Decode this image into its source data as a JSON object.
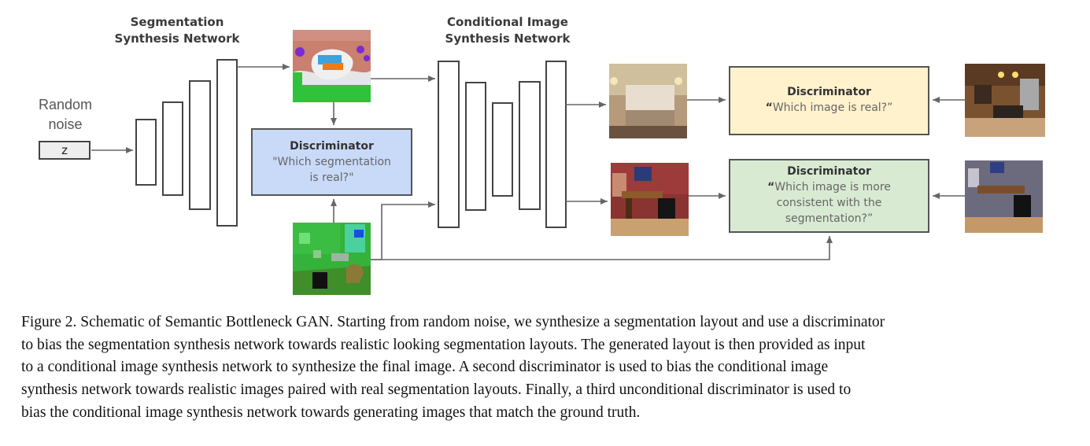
{
  "figure": {
    "seg_net_title": [
      "Segmentation",
      "Synthesis Network"
    ],
    "cond_net_title": [
      "Conditional Image",
      "Synthesis Network"
    ],
    "noise_label": [
      "Random",
      "noise"
    ],
    "z_label": "z",
    "disc_seg": {
      "title": "Discriminator",
      "question": [
        "\"Which segmentation",
        "is real?\""
      ]
    },
    "disc_real": {
      "title": "Discriminator",
      "question_open": "“",
      "question": "Which image is real?”"
    },
    "disc_cons": {
      "title": "Discriminator",
      "question_open": "“",
      "question": [
        "Which image is more",
        "consistent with the",
        "segmentation?”"
      ]
    },
    "images": [
      "generated-segmentation",
      "real-segmentation",
      "generated-bedroom",
      "real-kitchen",
      "generated-office",
      "real-office"
    ]
  },
  "caption": {
    "lines": [
      "Figure 2. Schematic of Semantic Bottleneck GAN. Starting from random noise, we synthesize a segmentation layout and use a discriminator",
      "to bias the segmentation synthesis network towards realistic looking segmentation layouts. The generated layout is then provided as input",
      "to a conditional image synthesis network to synthesize the final image.  A second discriminator is used to bias the conditional image",
      "synthesis network towards realistic images paired with real segmentation layouts.  Finally, a third unconditional discriminator is used to",
      "bias the conditional image synthesis network towards generating images that match the ground truth."
    ]
  }
}
